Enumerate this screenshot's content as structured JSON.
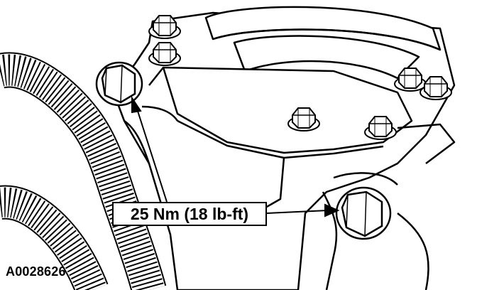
{
  "callout": {
    "label": "25 Nm (18 lb-ft)"
  },
  "figure": {
    "id": "A0028626"
  },
  "icons": [
    "bolt-icon",
    "hose-icon",
    "leader-arrow"
  ],
  "colors": {
    "line": "#000000",
    "fill": "#ffffff"
  }
}
